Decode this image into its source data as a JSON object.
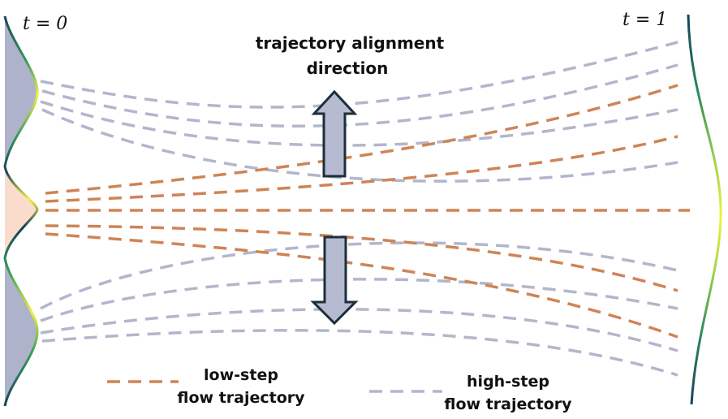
{
  "labels": {
    "t_start": "t = 0",
    "t_end": "t = 1",
    "alignment_line1": "trajectory alignment",
    "alignment_line2": "direction"
  },
  "legend": {
    "low_step": {
      "line1": "low-step",
      "line2": "flow trajectory",
      "color": "#cf8456"
    },
    "high_step": {
      "line1": "high-step",
      "line2": "flow trajectory",
      "color": "#b3b6cb"
    }
  },
  "colors": {
    "low_step_line": "#cf8456",
    "high_step_line": "#b3b6cb",
    "source_fill_gray": "#aeb2ca",
    "source_fill_peach": "#f9dccb",
    "arrow_fill": "#b7bbd2",
    "arrow_stroke": "#1c2f3a",
    "density_gradient": [
      "#17405a",
      "#2a8a5a",
      "#9fd34a",
      "#f2f23c"
    ]
  },
  "icons": {
    "arrow_up": "arrow-up-icon",
    "arrow_down": "arrow-down-icon"
  }
}
